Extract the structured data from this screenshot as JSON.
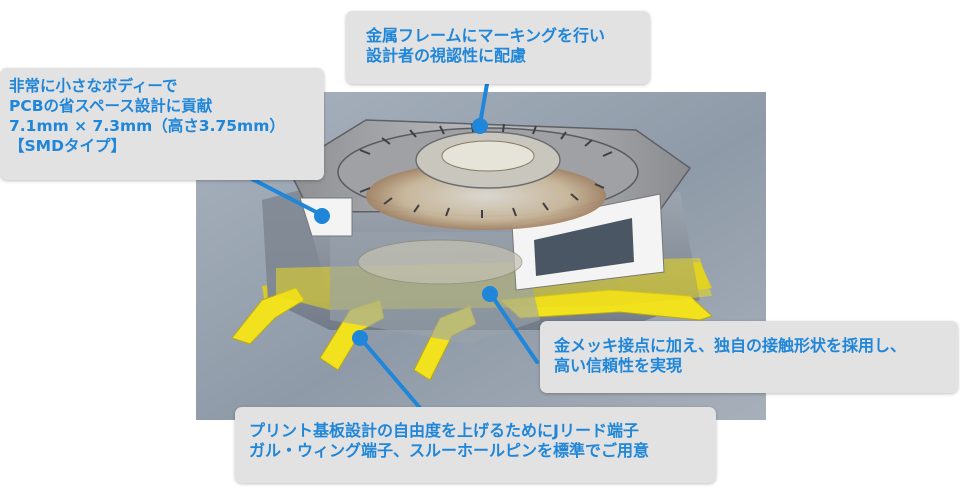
{
  "figure": {
    "colors": {
      "callout_bg": "#e2e2e2",
      "callout_text": "#1f86d9",
      "leader_line": "#1f86d9",
      "photo_bg": "#8f9aa8",
      "terminal_yellow": "#f2e21e",
      "frame_white": "#f4f4f4"
    }
  },
  "callouts": {
    "marking": {
      "lines": [
        "金属フレームにマーキングを行い",
        "設計者の視認性に配慮"
      ]
    },
    "size": {
      "lines": [
        "非常に小さなボディーで",
        "PCBの省スペース設計に貢献",
        "7.1mm × 7.3mm（高さ3.75mm）",
        "【SMDタイプ】"
      ]
    },
    "contact": {
      "lines": [
        "金メッキ接点に加え、独自の接触形状を採用し、",
        "高い信頼性を実現"
      ]
    },
    "terminal": {
      "lines": [
        "プリント基板設計の自由度を上げるためにJリード端子",
        "ガル・ウィング端子、スルーホールピンを標準でご用意"
      ]
    }
  }
}
